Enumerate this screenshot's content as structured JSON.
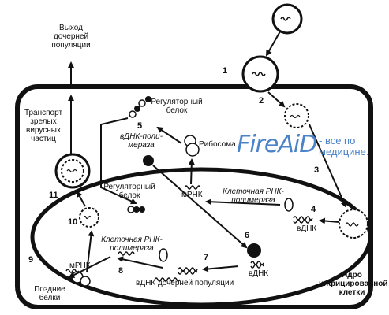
{
  "labels": {
    "exit_daughter": "Выход\nдочерней\nпопуляции",
    "transport": "Транспорт\nзрелых\nвирусных\nчастиц",
    "reg_protein_top": "Регуляторный\nбелок",
    "vdna_polymerase": "вДНК-поли-\nмераза",
    "ribosome": "Рибосома",
    "mrna_top": "мРНК",
    "cell_rna_pol_top": "Клеточная РНК-\nполимераза",
    "vdna_right_top": "вДНК",
    "reg_protein_inner": "Регуляторный\nбелок",
    "cell_rna_pol_bottom": "Клеточная РНК-\nполимераза",
    "vdna_right_bottom": "вДНК",
    "mrna_bottom": "мРНК",
    "vdna_daughter": "вДНК дочерней популяции",
    "late_proteins": "Поздние\nбелки",
    "nucleus": "Ядро\nинфицированной\nклетки"
  },
  "step_numbers": [
    "1",
    "2",
    "3",
    "4",
    "5",
    "6",
    "7",
    "8",
    "9",
    "10",
    "11"
  ],
  "watermark": {
    "brand": "FireAiD",
    "tagline": "- все по\nмедицине."
  },
  "colors": {
    "ink": "#111111",
    "watermark": "#4b83c8"
  }
}
